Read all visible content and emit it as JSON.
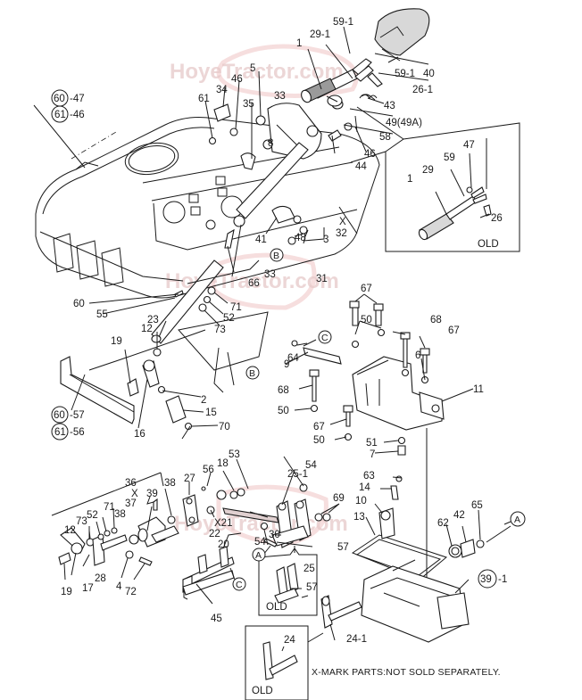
{
  "diagram": {
    "title": "Hydraulic Lift Control & Hood Parts Diagram",
    "watermark": "HoyeTractor.com",
    "note": "X-MARK PARTS:NOT SOLD SEPARATELY.",
    "accent_colors": {
      "line": "#1a1a1a",
      "watermark": "#e6c9c9",
      "background": "#ffffff"
    },
    "circled_refs": {
      "ref_60_47": {
        "circle": "60",
        "suffix": "-47"
      },
      "ref_61_46": {
        "circle": "61",
        "suffix": "-46"
      },
      "ref_60_57": {
        "circle": "60",
        "suffix": "-57"
      },
      "ref_61_56": {
        "circle": "61",
        "suffix": "-56"
      },
      "ref_39_1": {
        "circle": "39",
        "suffix": "-1"
      }
    },
    "connectors": {
      "a": "A",
      "b": "B",
      "c": "C"
    },
    "inset_old": "OLD",
    "labels": {
      "l_59_1_top": "59-1",
      "l_29_1": "29-1",
      "l_1_top": "1",
      "l_40": "40",
      "l_59_1_mid": "59-1",
      "l_26_1": "26-1",
      "l_33_top": "33",
      "l_43": "43",
      "l_49": "49(49A)",
      "l_58": "58",
      "l_46_r": "46",
      "l_44": "44",
      "l_5": "5",
      "l_46_top": "46",
      "l_34": "34",
      "l_61": "61",
      "l_35": "35",
      "l_8": "8",
      "l_47_old": "47",
      "l_59_old": "59",
      "l_29_old": "29",
      "l_1_old": "1",
      "l_26_old": "26",
      "l_41": "41",
      "l_48": "48",
      "l_3": "3",
      "l_32_x": "X",
      "l_32": "32",
      "l_33_mid": "33",
      "l_66": "66",
      "l_31": "31",
      "l_60": "60",
      "l_55": "55",
      "l_71": "71",
      "l_52": "52",
      "l_73": "73",
      "l_23": "23",
      "l_12": "12",
      "l_19": "19",
      "l_2": "2",
      "l_15": "15",
      "l_16": "16",
      "l_70": "70",
      "l_67_top": "67",
      "l_50_top": "50",
      "l_68_r": "68",
      "l_67_r": "67",
      "l_64": "64",
      "l_9": "9",
      "l_6": "6",
      "l_68_l": "68",
      "l_11": "11",
      "l_50_mid": "50",
      "l_67_low": "67",
      "l_50_low": "50",
      "l_51": "51",
      "l_7": "7",
      "l_53": "53",
      "l_18": "18",
      "l_56": "56",
      "l_27": "27",
      "l_38_a": "38",
      "l_36": "36",
      "l_36_x": "X",
      "l_39": "39",
      "l_37": "37",
      "l_71_b": "71",
      "l_38_b": "38",
      "l_52_b": "52",
      "l_73_b": "73",
      "l_12_b": "12",
      "l_21": "X21",
      "l_22": "22",
      "l_20": "20",
      "l_54_top": "54",
      "l_25_1": "25-1",
      "l_69": "69",
      "l_30": "30",
      "l_54_low": "54",
      "l_57": "57",
      "l_25_old": "25",
      "l_57_old": "57",
      "l_63": "63",
      "l_14": "14",
      "l_10": "10",
      "l_13": "13",
      "l_62": "62",
      "l_42": "42",
      "l_65": "65",
      "l_28": "28",
      "l_17": "17",
      "l_19_b": "19",
      "l_4": "4",
      "l_72": "72",
      "l_45": "45",
      "l_24_1": "24-1",
      "l_24_old": "24"
    }
  }
}
